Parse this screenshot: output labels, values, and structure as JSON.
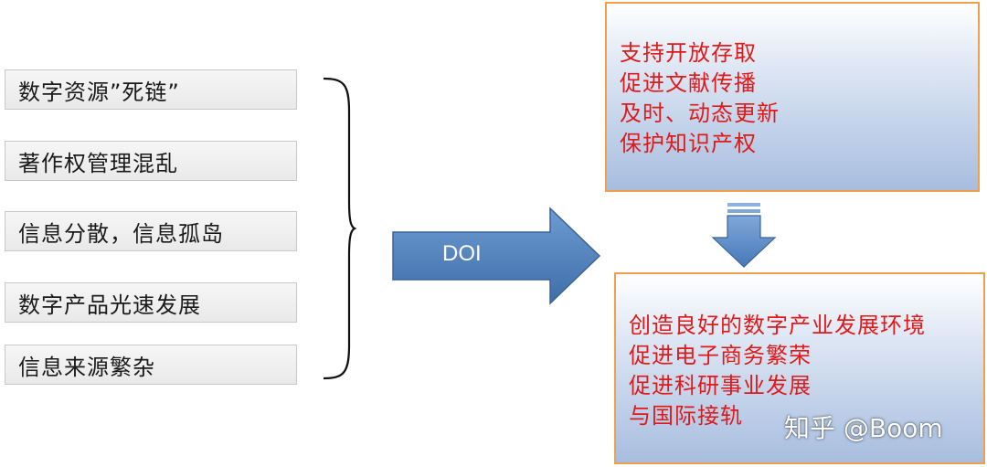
{
  "problems": [
    "数字资源”死链”",
    "著作权管理混乱",
    "信息分散，信息孤岛",
    "数字产品光速发展",
    "信息来源繁杂"
  ],
  "arrow_label": "DOI",
  "top_box": {
    "lines": [
      "支持开放存取",
      "促进文献传播",
      "及时、动态更新",
      "保护知识产权"
    ]
  },
  "bottom_box": {
    "lines": [
      "创造良好的数字产业发展环境",
      "促进电子商务繁荣",
      "促进科研事业发展",
      "与国际接轨"
    ]
  },
  "watermark": "知乎 @Boom",
  "colors": {
    "benefit_text": "#e01919",
    "box_border": "#f0a04b",
    "arrow_fill": "#4f81bd"
  }
}
